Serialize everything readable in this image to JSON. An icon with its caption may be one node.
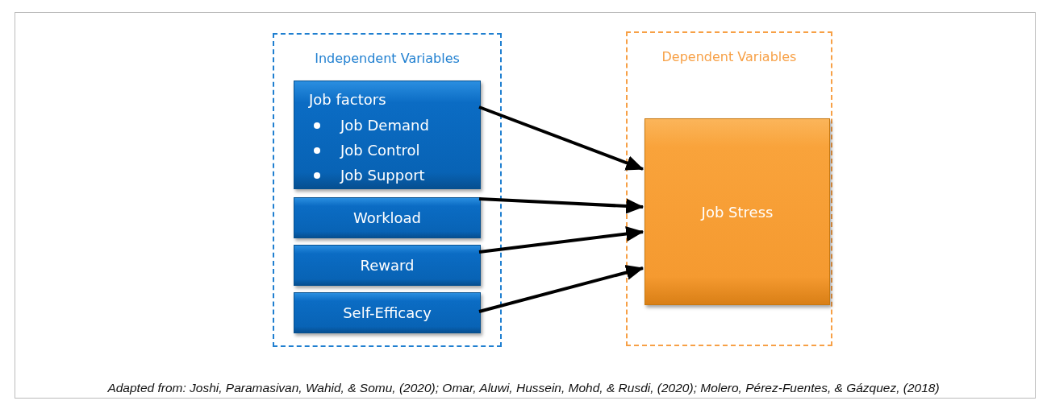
{
  "diagram": {
    "nodes": [
      {
        "text": [
          "Independent Variables"
        ]
      },
      {
        "text": [
          "Job factors",
          "Job Demand",
          "Job Control",
          "Job Support"
        ],
        "in": 0
      },
      {
        "text": [
          "Workload"
        ],
        "in": 0
      },
      {
        "text": [
          "Reward"
        ],
        "in": 0
      },
      {
        "text": [
          "Self-Efficacy"
        ],
        "in": 0
      },
      {
        "text": [
          "Dependent Variables"
        ]
      },
      {
        "text": [
          "Job Stress"
        ],
        "in": 5
      }
    ],
    "edges": [
      {
        "from": 1,
        "to": 6,
        "arrow": "to"
      },
      {
        "from": 2,
        "to": 6,
        "arrow": "to"
      },
      {
        "from": 3,
        "to": 6,
        "arrow": "to"
      },
      {
        "from": 4,
        "to": 6,
        "arrow": "to"
      }
    ],
    "caption": "Adapted from: Joshi, Paramasivan, Wahid, & Somu, (2020); Omar, Aluwi, Hussein, Mohd, & Rusdi, (2020); Molero, Pérez-Fuentes, & Gázquez, (2018)"
  }
}
